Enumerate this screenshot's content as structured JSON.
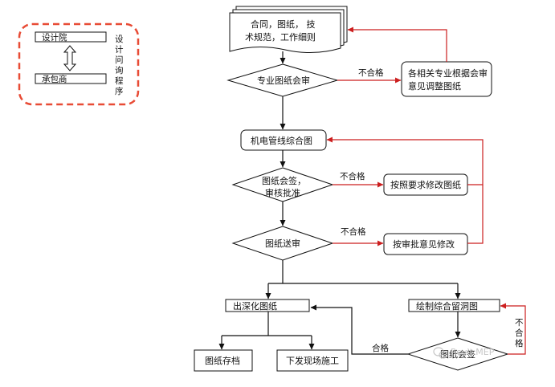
{
  "legend": {
    "top_box": "设计院",
    "bottom_box": "承包商",
    "side_text": [
      "设",
      "计",
      "问",
      "询",
      "程",
      "序"
    ]
  },
  "nodes": {
    "documents": [
      "合同，图纸， 技",
      "术规范，工作细则"
    ],
    "review": "专业图纸会审",
    "adjust": [
      "各相关专业根据会审",
      "意见调整图纸"
    ],
    "mep": "机电管线综合图",
    "sign": [
      "图纸会签，",
      "审核批准"
    ],
    "modify": "按照要求修改图纸",
    "submit": "图纸送审",
    "approve_modify": "按审批意见修改",
    "deepen": "出深化图纸",
    "hole": "绘制综合留洞图",
    "archive": "图纸存档",
    "construction": "下发现场施工",
    "hole_review": "图纸会签"
  },
  "edge_labels": {
    "fail_1": "不合格",
    "fail_2": "不合格",
    "fail_3": "不合格",
    "fail_4": [
      "不",
      "合",
      "格"
    ],
    "pass": "合格"
  },
  "watermark": "Revit MEP",
  "colors": {
    "red": "#cc1f1f",
    "dash": "#e84b35",
    "line": "#111111"
  }
}
